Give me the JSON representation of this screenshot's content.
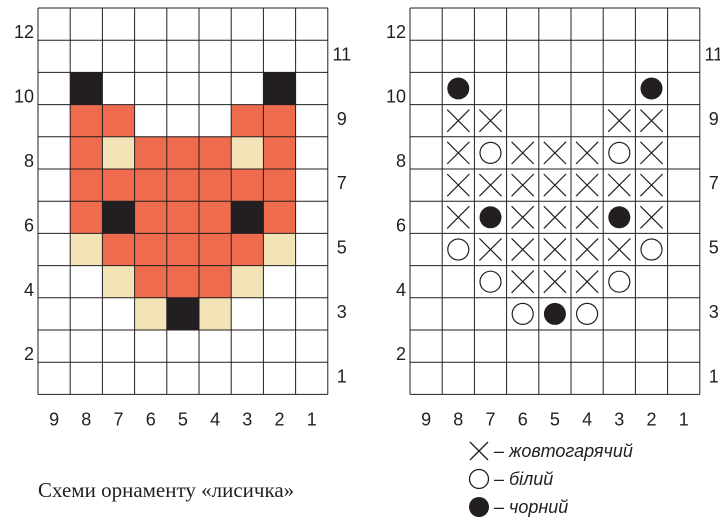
{
  "caption": "Схеми орнаменту «лисичка»",
  "axis": {
    "x_labels": [
      "9",
      "8",
      "7",
      "6",
      "5",
      "4",
      "3",
      "2",
      "1"
    ],
    "left_labels": [
      "12",
      "10",
      "8",
      "6",
      "4",
      "2"
    ],
    "right_labels": [
      "11",
      "9",
      "7",
      "5",
      "3",
      "1"
    ]
  },
  "grid": {
    "columns": 9,
    "rows": 12
  },
  "colors": {
    "orange": "#ee6b4d",
    "cream": "#f3e4b8",
    "black": "#231f20",
    "grid_line": "#231f20",
    "background": "#ffffff"
  },
  "left_chart_rows": [
    "............",
    ".B.....B.",
    ".OO...OO.",
    ".OCOOOCO.",
    ".OOOOOOO.",
    ".OBOOOBO.",
    ".COOOOOC.",
    "..COOOC..",
    "...CBC...",
    ".........",
    "........."
  ],
  "right_chart_rows": [
    ".........",
    ".b.....b.",
    ".xx...xx.",
    ".xoxxxox.",
    ".xxxxxxx.",
    ".xbxxxbx.",
    ".oxxxxxo.",
    "..oxxxo..",
    "...obo...",
    ".........",
    "........."
  ],
  "legend": [
    {
      "symbol": "cross-icon",
      "text": "– жовтогарячий"
    },
    {
      "symbol": "circle-icon",
      "text": "– білий"
    },
    {
      "symbol": "dot-icon",
      "text": "– чорний"
    }
  ]
}
